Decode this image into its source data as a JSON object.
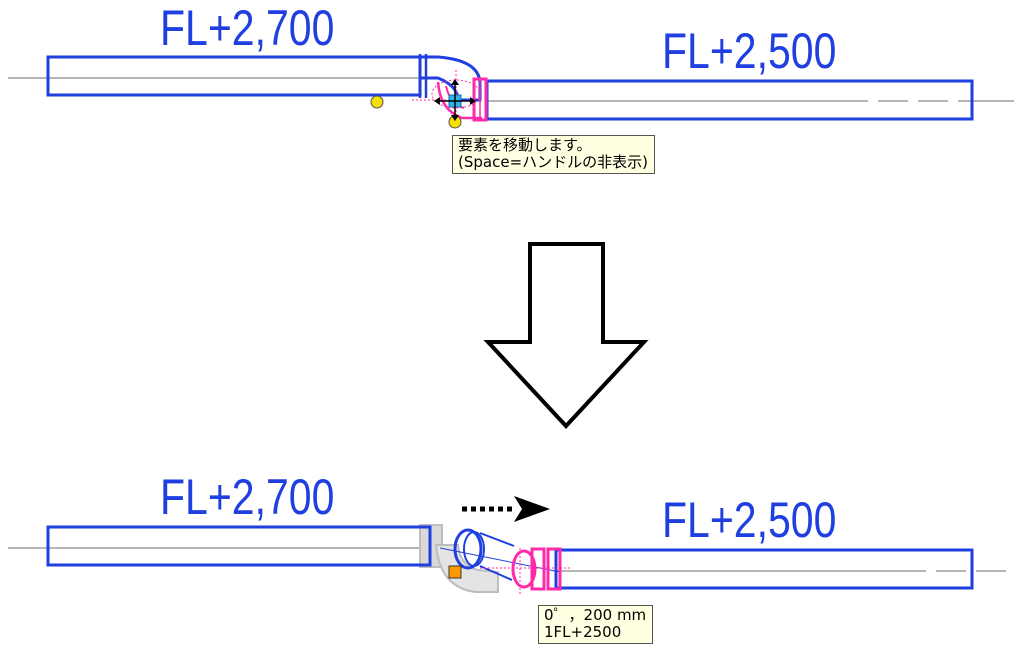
{
  "colors": {
    "pipe": "#1f3fe0",
    "fitting_selected": "#ff2aa8",
    "centerline": "#8a8a8a",
    "handle": "#f5e000",
    "move_handle": "#2bb5e8",
    "ghost": "#bdbdbd",
    "orange_handle": "#ff9900",
    "tooltip_bg": "#ffffe1"
  },
  "top_view": {
    "label_left": "FL+2,700",
    "label_right": "FL+2,500",
    "tooltip": {
      "line1": "要素を移動します。",
      "line2": "(Space=ハンドルの非表示)"
    },
    "icon": "move-cursor-icon"
  },
  "transition": {
    "icon": "down-arrow-icon"
  },
  "bottom_view": {
    "label_left": "FL+2,700",
    "label_right": "FL+2,500",
    "tooltip": {
      "line1": "0゜，200 mm",
      "line2": "1FL+2500"
    },
    "icon": "dotted-right-arrow-icon"
  }
}
